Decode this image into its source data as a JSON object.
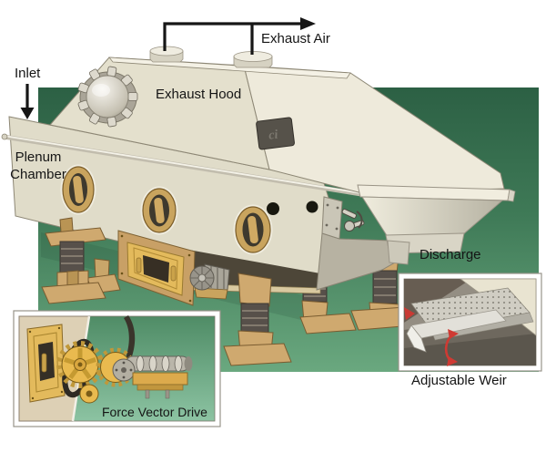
{
  "figure": {
    "description": "Cutaway illustration of a vibrating fluid bed dryer",
    "labels": {
      "inlet": "Inlet",
      "exhaust_air": "Exhaust Air",
      "exhaust_hood": "Exhaust Hood",
      "plenum_line1": "Plenum",
      "plenum_line2": "Chamber",
      "discharge": "Discharge"
    },
    "captions": {
      "force_vector_drive": "Force Vector Drive",
      "adjustable_weir": "Adjustable Weir"
    },
    "logo_plate": "ci",
    "colors": {
      "backdrop_green_top": "#2c6044",
      "backdrop_green_bottom": "#6aa87f",
      "machine_cream": "#e0dcc9",
      "hood_cream": "#eeeadb",
      "hardware_tan": "#cfa96f",
      "panel_gold": "#e3ba5c",
      "spring_gray": "#57504a",
      "label_text": "#151515",
      "weir_arrow_red": "#cf3a33"
    }
  }
}
